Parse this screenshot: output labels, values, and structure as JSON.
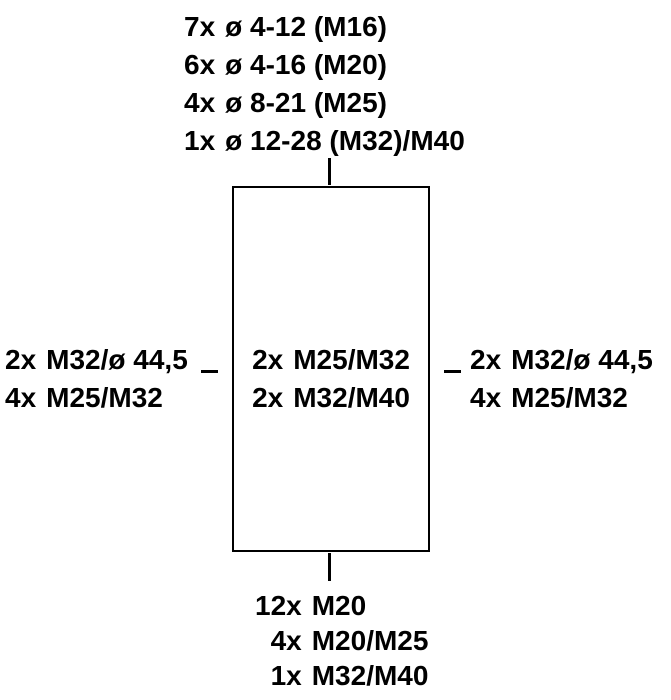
{
  "colors": {
    "ink": "#000000",
    "background": "#ffffff"
  },
  "diagram": {
    "top_entries": [
      {
        "count": "7x",
        "spec": "ø 4-12 (M16)"
      },
      {
        "count": "6x",
        "spec": "ø 4-16 (M20)"
      },
      {
        "count": "4x",
        "spec": "ø 8-21 (M25)"
      },
      {
        "count": "1x",
        "spec": "ø 12-28 (M32)/M40"
      }
    ],
    "left_entries": [
      {
        "count": "2x",
        "spec": "M32/ø 44,5"
      },
      {
        "count": "4x",
        "spec": "M25/M32"
      }
    ],
    "center_entries": [
      {
        "count": "2x",
        "spec": "M25/M32"
      },
      {
        "count": "2x",
        "spec": "M32/M40"
      }
    ],
    "right_entries": [
      {
        "count": "2x",
        "spec": "M32/ø 44,5"
      },
      {
        "count": "4x",
        "spec": "M25/M32"
      }
    ],
    "bottom_entries": [
      {
        "count": "12x",
        "spec": "M20"
      },
      {
        "count": "4x",
        "spec": "M20/M25"
      },
      {
        "count": "1x",
        "spec": "M32/M40"
      }
    ]
  }
}
